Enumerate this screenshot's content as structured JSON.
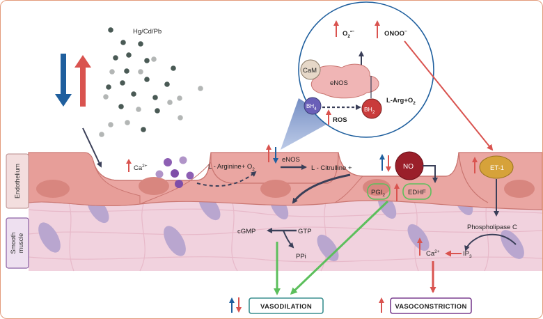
{
  "labels": {
    "metals": "Hg/Cd/Pb",
    "endothelium": "Endothelium",
    "smooth_muscle_line1": "Smooth",
    "smooth_muscle_line2": "muscle",
    "calcium": "Ca",
    "calcium_sup": "2+",
    "l_arginine": "L - Arginine+ O",
    "l_arginine_sub": "2",
    "enos_main": "eNOS",
    "l_citrulline": "L - Citrulline +",
    "no": "NO",
    "pgi": "PGI",
    "pgi_sub": "2",
    "edhf": "EDHF",
    "et1": "ET-1",
    "phospholipase": "Phospholipase C",
    "cgmp": "cGMP",
    "gtp": "GTP",
    "ppi": "PPi",
    "ca_smooth": "Ca",
    "ca_smooth_sup": "2+",
    "ip": "IP",
    "ip_sub": "3",
    "vasodilation": "VASODILATION",
    "vasoconstriction": "VASOCONSTRICTION"
  },
  "inset": {
    "superoxide": "O",
    "superoxide_sub": "2",
    "superoxide_sup": "•−",
    "peroxynitrite": "ONOO",
    "peroxynitrite_sup": "−",
    "cam": "CaM",
    "enos": "eNOS",
    "bh4": "BH",
    "bh4_sub": "4",
    "bh2": "BH",
    "bh2_sub": "2",
    "larg_o2": "L-Arg+O",
    "larg_o2_sub": "2",
    "ros": "ROS"
  },
  "colors": {
    "up_arrow": "#d9534f",
    "down_arrow": "#1f5f9e",
    "endothelium_fill": "#eaa6a2",
    "smooth_muscle_fill": "#f2d6e0",
    "vasodilation_border": "#3a8f8f",
    "vasoconstriction_border": "#7a3f8f",
    "green_arrow": "#5cbf5c",
    "no_circle": "#9a1f2a",
    "et1_circle": "#d6a23a"
  }
}
